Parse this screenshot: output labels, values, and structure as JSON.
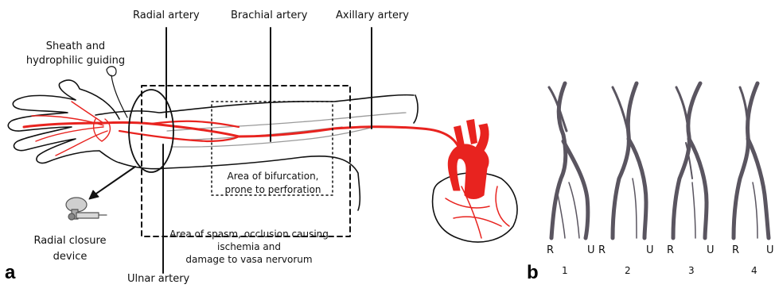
{
  "panel_a": {
    "letter": "a",
    "labels": {
      "radial_artery": "Radial artery",
      "brachial_artery": "Brachial artery",
      "axillary_artery": "Axillary artery",
      "sheath_line1": "Sheath and",
      "sheath_line2": "hydrophilic guiding",
      "bifurcation_line1": "Area of bifurcation,",
      "bifurcation_line2": "prone to perforation",
      "spasm_line1": "Area of spasm, occlusion causing",
      "spasm_line2": "ischemia and",
      "spasm_line3": "damage to vasa nervorum",
      "closure_line1": "Radial closure",
      "closure_line2": "device",
      "ulnar_artery": "Ulnar artery"
    },
    "colors": {
      "artery": "#e8231f",
      "outline": "#111111",
      "vein": "#9a9a9a"
    }
  },
  "panel_b": {
    "letter": "b",
    "variants": [
      {
        "number": "1",
        "left": "R",
        "right": "U"
      },
      {
        "number": "2",
        "left": "R",
        "right": "U"
      },
      {
        "number": "3",
        "left": "R",
        "right": "U"
      },
      {
        "number": "4",
        "left": "R",
        "right": "U"
      }
    ],
    "colors": {
      "vessel": "#5a5560"
    }
  }
}
